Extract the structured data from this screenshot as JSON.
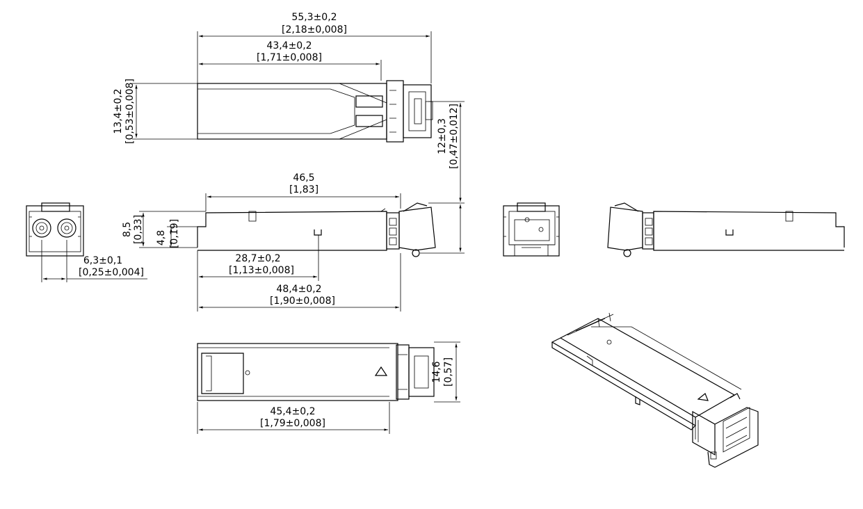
{
  "drawing": {
    "dims": {
      "overall_length": {
        "value": "55,3±0,2",
        "inch": "[2,18±0,008]"
      },
      "housing_length": {
        "value": "43,4±0,2",
        "inch": "[1,71±0,008]"
      },
      "top_height": {
        "value": "13,4±0,2",
        "inch": "[0,53±0,008]"
      },
      "latch_height": {
        "value": "12±0,3",
        "inch": "[0,47±0,012]"
      },
      "side_length": {
        "value": "46,5",
        "inch": "[1,83]"
      },
      "side_height": {
        "value": "8,5",
        "inch": "[0,33]"
      },
      "pin_offset": {
        "value": "4,8",
        "inch": "[0,19]"
      },
      "port_pitch": {
        "value": "6,3±0,1",
        "inch": "[0,25±0,004]"
      },
      "slot_position": {
        "value": "28,7±0,2",
        "inch": "[1,13±0,008]"
      },
      "body_length": {
        "value": "48,4±0,2",
        "inch": "[1,90±0,008]"
      },
      "bottom_length": {
        "value": "45,4±0,2",
        "inch": "[1,79±0,008]"
      },
      "bottom_height": {
        "value": "14,6",
        "inch": "[0,57]"
      }
    },
    "views": [
      "top-view",
      "front-view",
      "side-view",
      "rear-view",
      "side-view-mirrored",
      "bottom-view",
      "isometric-view"
    ]
  }
}
